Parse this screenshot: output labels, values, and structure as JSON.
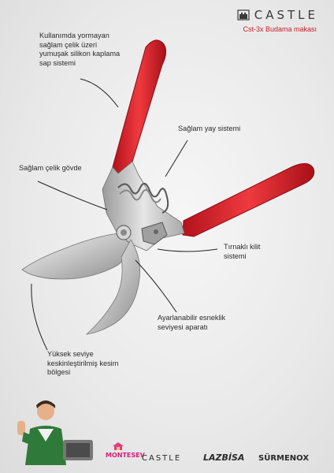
{
  "brand": {
    "name": "CASTLE",
    "product": "Cst-3x Budama makası",
    "accent_color": "#c8202a"
  },
  "callouts": [
    "Kullanımda yormayan\nsağlam çelik üzeri\nyumuşak silikon kaplama\nsap sistemi",
    "Sağlam yay sistemi",
    "Sağlam çelik gövde",
    "Tırnaklı kilit\nsistemi",
    "Ayarlanabilir esneklik\nseviyesi aparatı",
    "Yüksek seviye\nkeskinleştirilmiş kesim\nbölgesi"
  ],
  "footer_logos": {
    "montesev": "MONTESEV",
    "castle": "CASTLE",
    "lazbisa": "LAZBİSA",
    "surmenox": "SÜRMENOX"
  },
  "icons": [
    "castle-tower-icon",
    "person-thumbs-up-image",
    "house-icon"
  ]
}
